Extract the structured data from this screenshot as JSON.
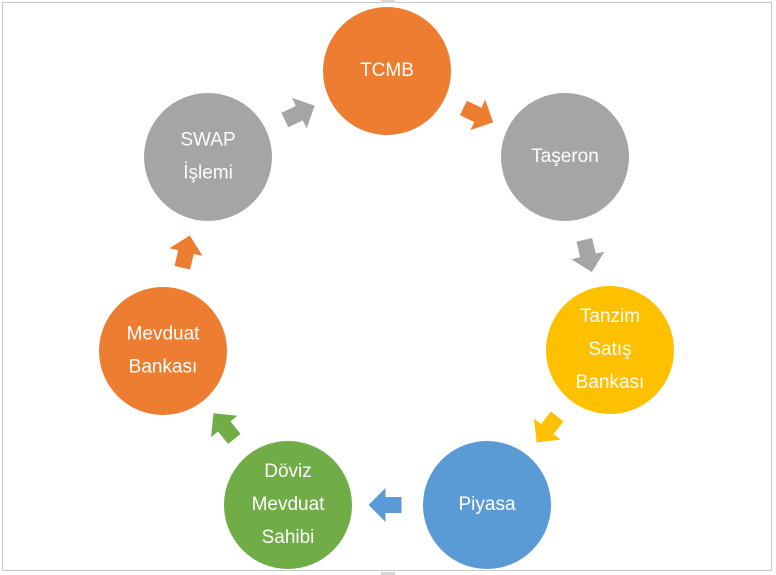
{
  "nodes": [
    {
      "id": "tcmb",
      "lines": [
        "TCMB"
      ],
      "color": "#ED7D31"
    },
    {
      "id": "taseron",
      "lines": [
        "Taşeron"
      ],
      "color": "#A5A5A5"
    },
    {
      "id": "tanzim-satis-bankasi",
      "lines": [
        "Tanzim",
        "Satış",
        "Bankası"
      ],
      "color": "#FFC000"
    },
    {
      "id": "piyasa",
      "lines": [
        "Piyasa"
      ],
      "color": "#5B9BD5"
    },
    {
      "id": "doviz-mevduat-sahibi",
      "lines": [
        "Döviz",
        "Mevduat",
        "Sahibi"
      ],
      "color": "#70AD47"
    },
    {
      "id": "mevduat-bankasi",
      "lines": [
        "Mevduat",
        "Bankası"
      ],
      "color": "#ED7D31"
    },
    {
      "id": "swap-islemi",
      "lines": [
        "SWAP",
        "İşlemi"
      ],
      "color": "#A5A5A5"
    }
  ],
  "arrows": [
    {
      "from": "tcmb",
      "to": "taseron",
      "color": "#ED7D31"
    },
    {
      "from": "taseron",
      "to": "tanzim-satis-bankasi",
      "color": "#A5A5A5"
    },
    {
      "from": "tanzim-satis-bankasi",
      "to": "piyasa",
      "color": "#FFC000"
    },
    {
      "from": "piyasa",
      "to": "doviz-mevduat-sahibi",
      "color": "#5B9BD5"
    },
    {
      "from": "doviz-mevduat-sahibi",
      "to": "mevduat-bankasi",
      "color": "#70AD47"
    },
    {
      "from": "mevduat-bankasi",
      "to": "swap-islemi",
      "color": "#ED7D31"
    },
    {
      "from": "swap-islemi",
      "to": "tcmb",
      "color": "#A5A5A5"
    }
  ]
}
